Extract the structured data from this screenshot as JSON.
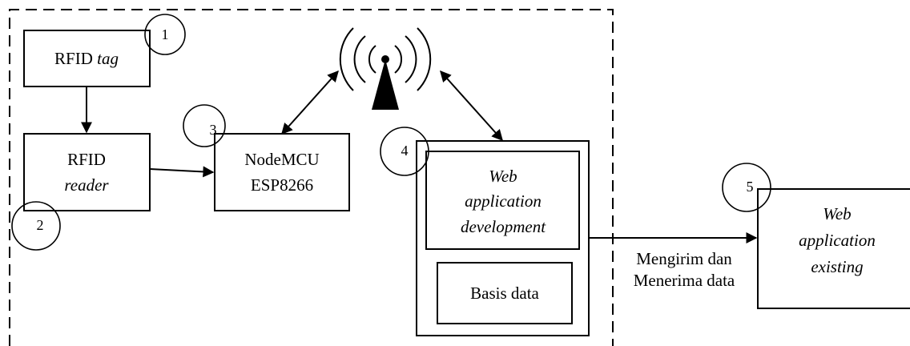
{
  "nodes": {
    "rfid_tag": {
      "text": "RFID ",
      "italic": "tag"
    },
    "rfid_reader": {
      "line1": "RFID",
      "line2": "reader"
    },
    "nodemcu": {
      "line1": "NodeMCU",
      "line2": "ESP8266"
    },
    "web_dev": {
      "line1": "Web",
      "line2": "application",
      "line3": "development"
    },
    "basis_data": {
      "text": "Basis data"
    },
    "web_existing": {
      "line1": "Web",
      "line2": "application",
      "line3": "existing"
    }
  },
  "markers": [
    "1",
    "2",
    "3",
    "4",
    "5"
  ],
  "edge_label": {
    "line1": "Mengirim dan",
    "line2": "Menerima data"
  },
  "icons": {
    "antenna": "wireless-antenna-icon"
  }
}
